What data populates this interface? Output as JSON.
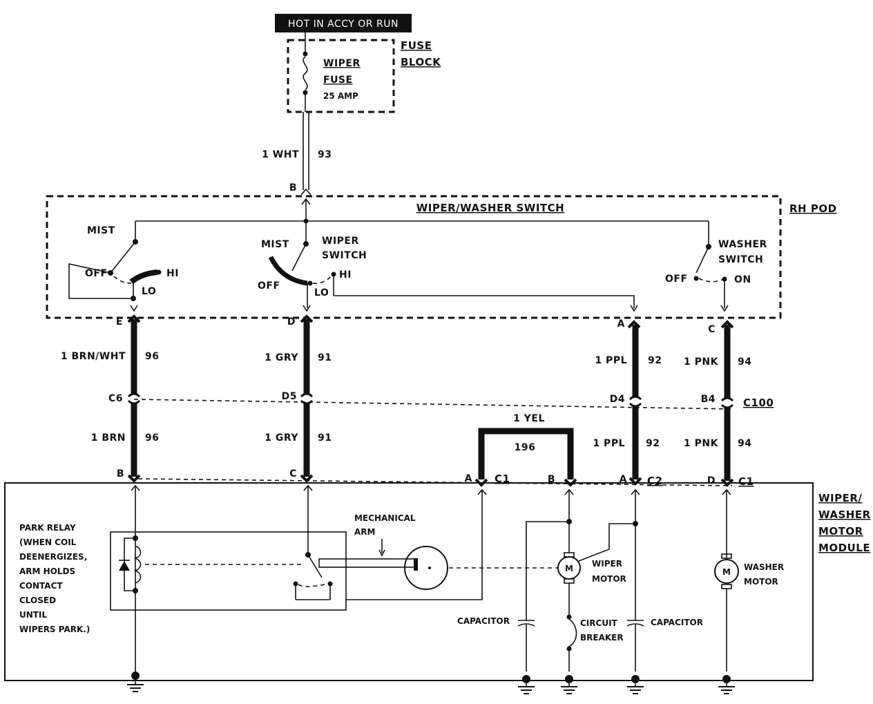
{
  "power": {
    "label": "HOT IN ACCY OR RUN"
  },
  "fuse_block": {
    "title_line1": "FUSE",
    "title_line2": "BLOCK",
    "fuse_name_line1": "WIPER",
    "fuse_name_line2": "FUSE",
    "rating": "25 AMP"
  },
  "feed_wire": {
    "color": "1 WHT",
    "circuit": "93",
    "terminal": "B"
  },
  "switch": {
    "title": "WIPER/WASHER SWITCH",
    "location": "RH POD",
    "mist_left": "MIST",
    "off_left": "OFF",
    "hi_left": "HI",
    "lo_left": "LO",
    "mist_mid": "MIST",
    "wiper_switch_line1": "WIPER",
    "wiper_switch_line2": "SWITCH",
    "off_mid": "OFF",
    "hi_mid": "HI",
    "lo_mid": "LO",
    "washer_switch_line1": "WASHER",
    "washer_switch_line2": "SWITCH",
    "off_right": "OFF",
    "on_right": "ON"
  },
  "connector_c100": {
    "name": "C100"
  },
  "wires": [
    {
      "top_terminal": "E",
      "upper_color": "1 BRN/WHT",
      "upper_circuit": "96",
      "c100_cavity": "C6",
      "lower_color": "1 BRN",
      "lower_circuit": "96",
      "bottom_terminal": "B"
    },
    {
      "top_terminal": "D",
      "upper_color": "1 GRY",
      "upper_circuit": "91",
      "c100_cavity": "D5",
      "lower_color": "1 GRY",
      "lower_circuit": "91",
      "bottom_terminal": "C"
    },
    {
      "top_terminal": "A",
      "upper_color": "1 PPL",
      "upper_circuit": "92",
      "c100_cavity": "D4",
      "lower_color": "1 PPL",
      "lower_circuit": "92",
      "bottom_terminal": "A"
    },
    {
      "top_terminal": "C",
      "upper_color": "1 PNK",
      "upper_circuit": "94",
      "c100_cavity": "B4",
      "lower_color": "1 PNK",
      "lower_circuit": "94",
      "bottom_terminal": "D"
    }
  ],
  "jumper": {
    "color": "1 YEL",
    "circuit": "196",
    "left_terminal": "A",
    "right_terminal": "B"
  },
  "module_connectors": {
    "c1_left": "C1",
    "c2": "C2",
    "c1_right": "C1"
  },
  "module": {
    "title_line1": "WIPER/",
    "title_line2": "WASHER",
    "title_line3": "MOTOR",
    "title_line4": "MODULE",
    "park_relay_lines": [
      "PARK RELAY",
      "(WHEN COIL",
      "DEENERGIZES,",
      "ARM HOLDS",
      "CONTACT",
      "CLOSED",
      "UNTIL",
      "WIPERS PARK.)"
    ],
    "mechanical_arm_line1": "MECHANICAL",
    "mechanical_arm_line2": "ARM",
    "capacitor_left": "CAPACITOR",
    "wiper_motor_line1": "WIPER",
    "wiper_motor_line2": "MOTOR",
    "circuit_breaker_line1": "CIRCUIT",
    "circuit_breaker_line2": "BREAKER",
    "capacitor_right": "CAPACITOR",
    "washer_motor_line1": "WASHER",
    "washer_motor_line2": "MOTOR",
    "motor_symbol": "M"
  }
}
